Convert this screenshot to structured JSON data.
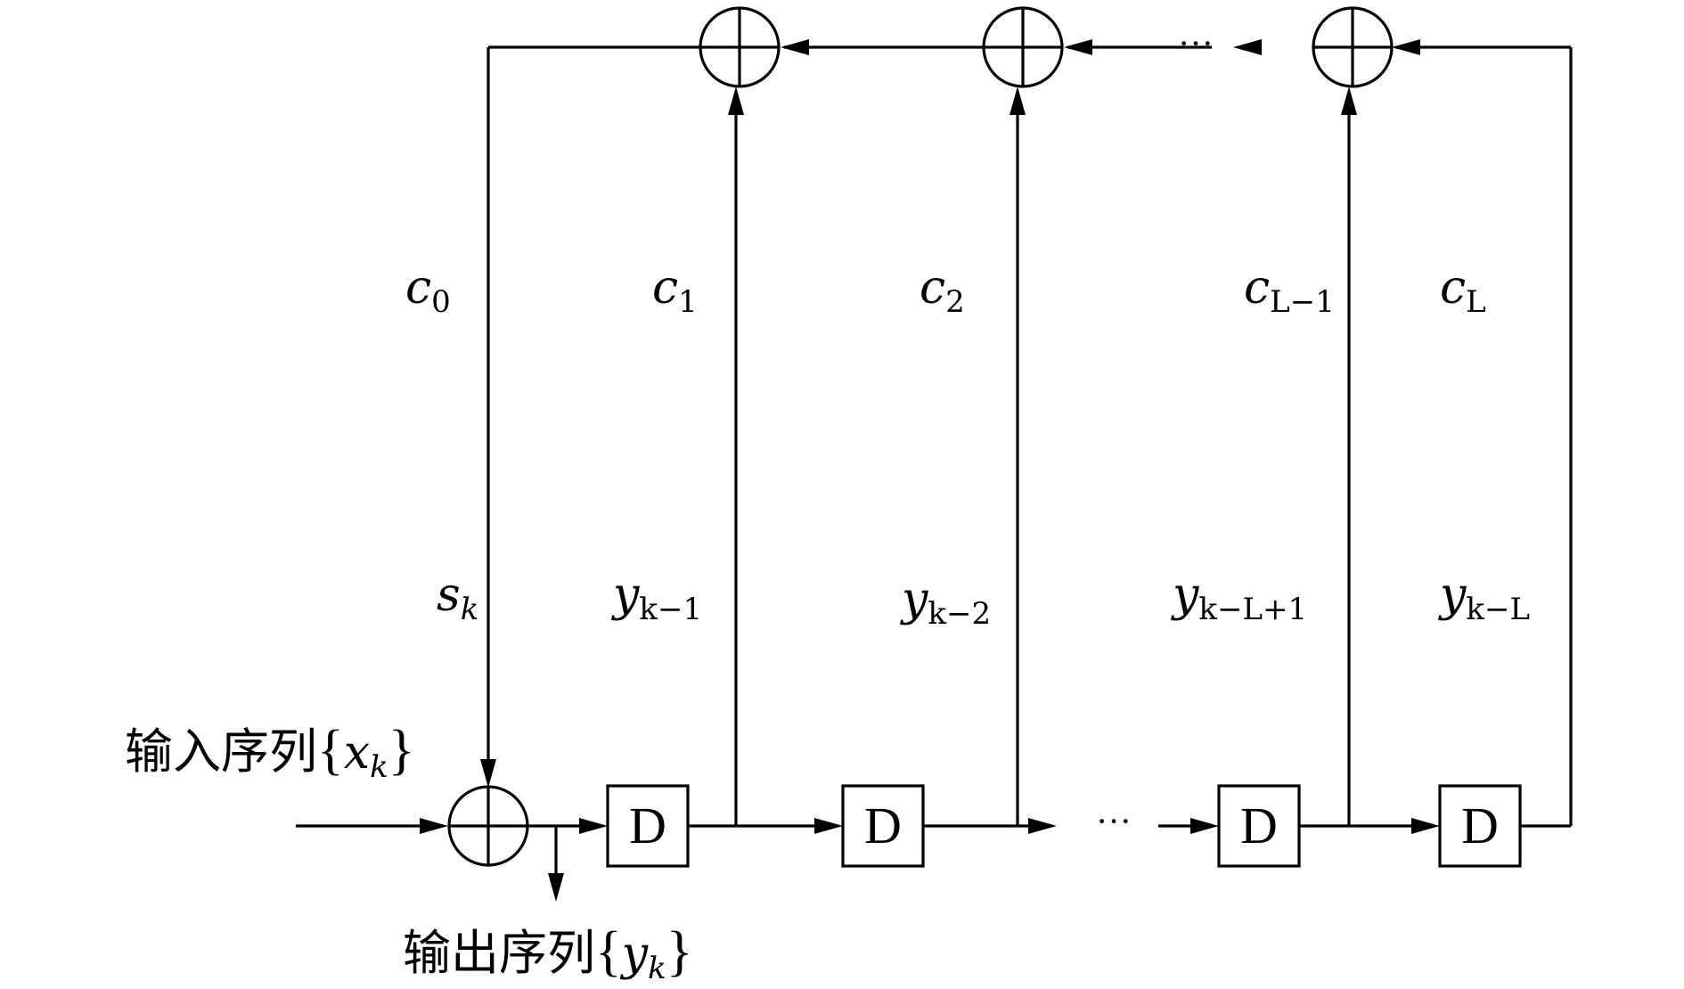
{
  "input_label": {
    "text": "输入序列",
    "brace_open": "{",
    "var": "x",
    "sub": "k",
    "brace_close": "}"
  },
  "output_label": {
    "text": "输出序列",
    "brace_open": "{",
    "var": "y",
    "sub": "k",
    "brace_close": "}"
  },
  "delay_label": "D",
  "ellipsis": "···",
  "coefficients": [
    {
      "var": "c",
      "sub": "0"
    },
    {
      "var": "c",
      "sub": "1"
    },
    {
      "var": "c",
      "sub": "2"
    },
    {
      "var": "c",
      "sub": "L−1"
    },
    {
      "var": "c",
      "sub": "L"
    }
  ],
  "signals": [
    {
      "var": "s",
      "sub": "k"
    },
    {
      "var": "y",
      "sub": "k−1"
    },
    {
      "var": "y",
      "sub": "k−2"
    },
    {
      "var": "y",
      "sub": "k−L+1"
    },
    {
      "var": "y",
      "sub": "k−L"
    }
  ]
}
